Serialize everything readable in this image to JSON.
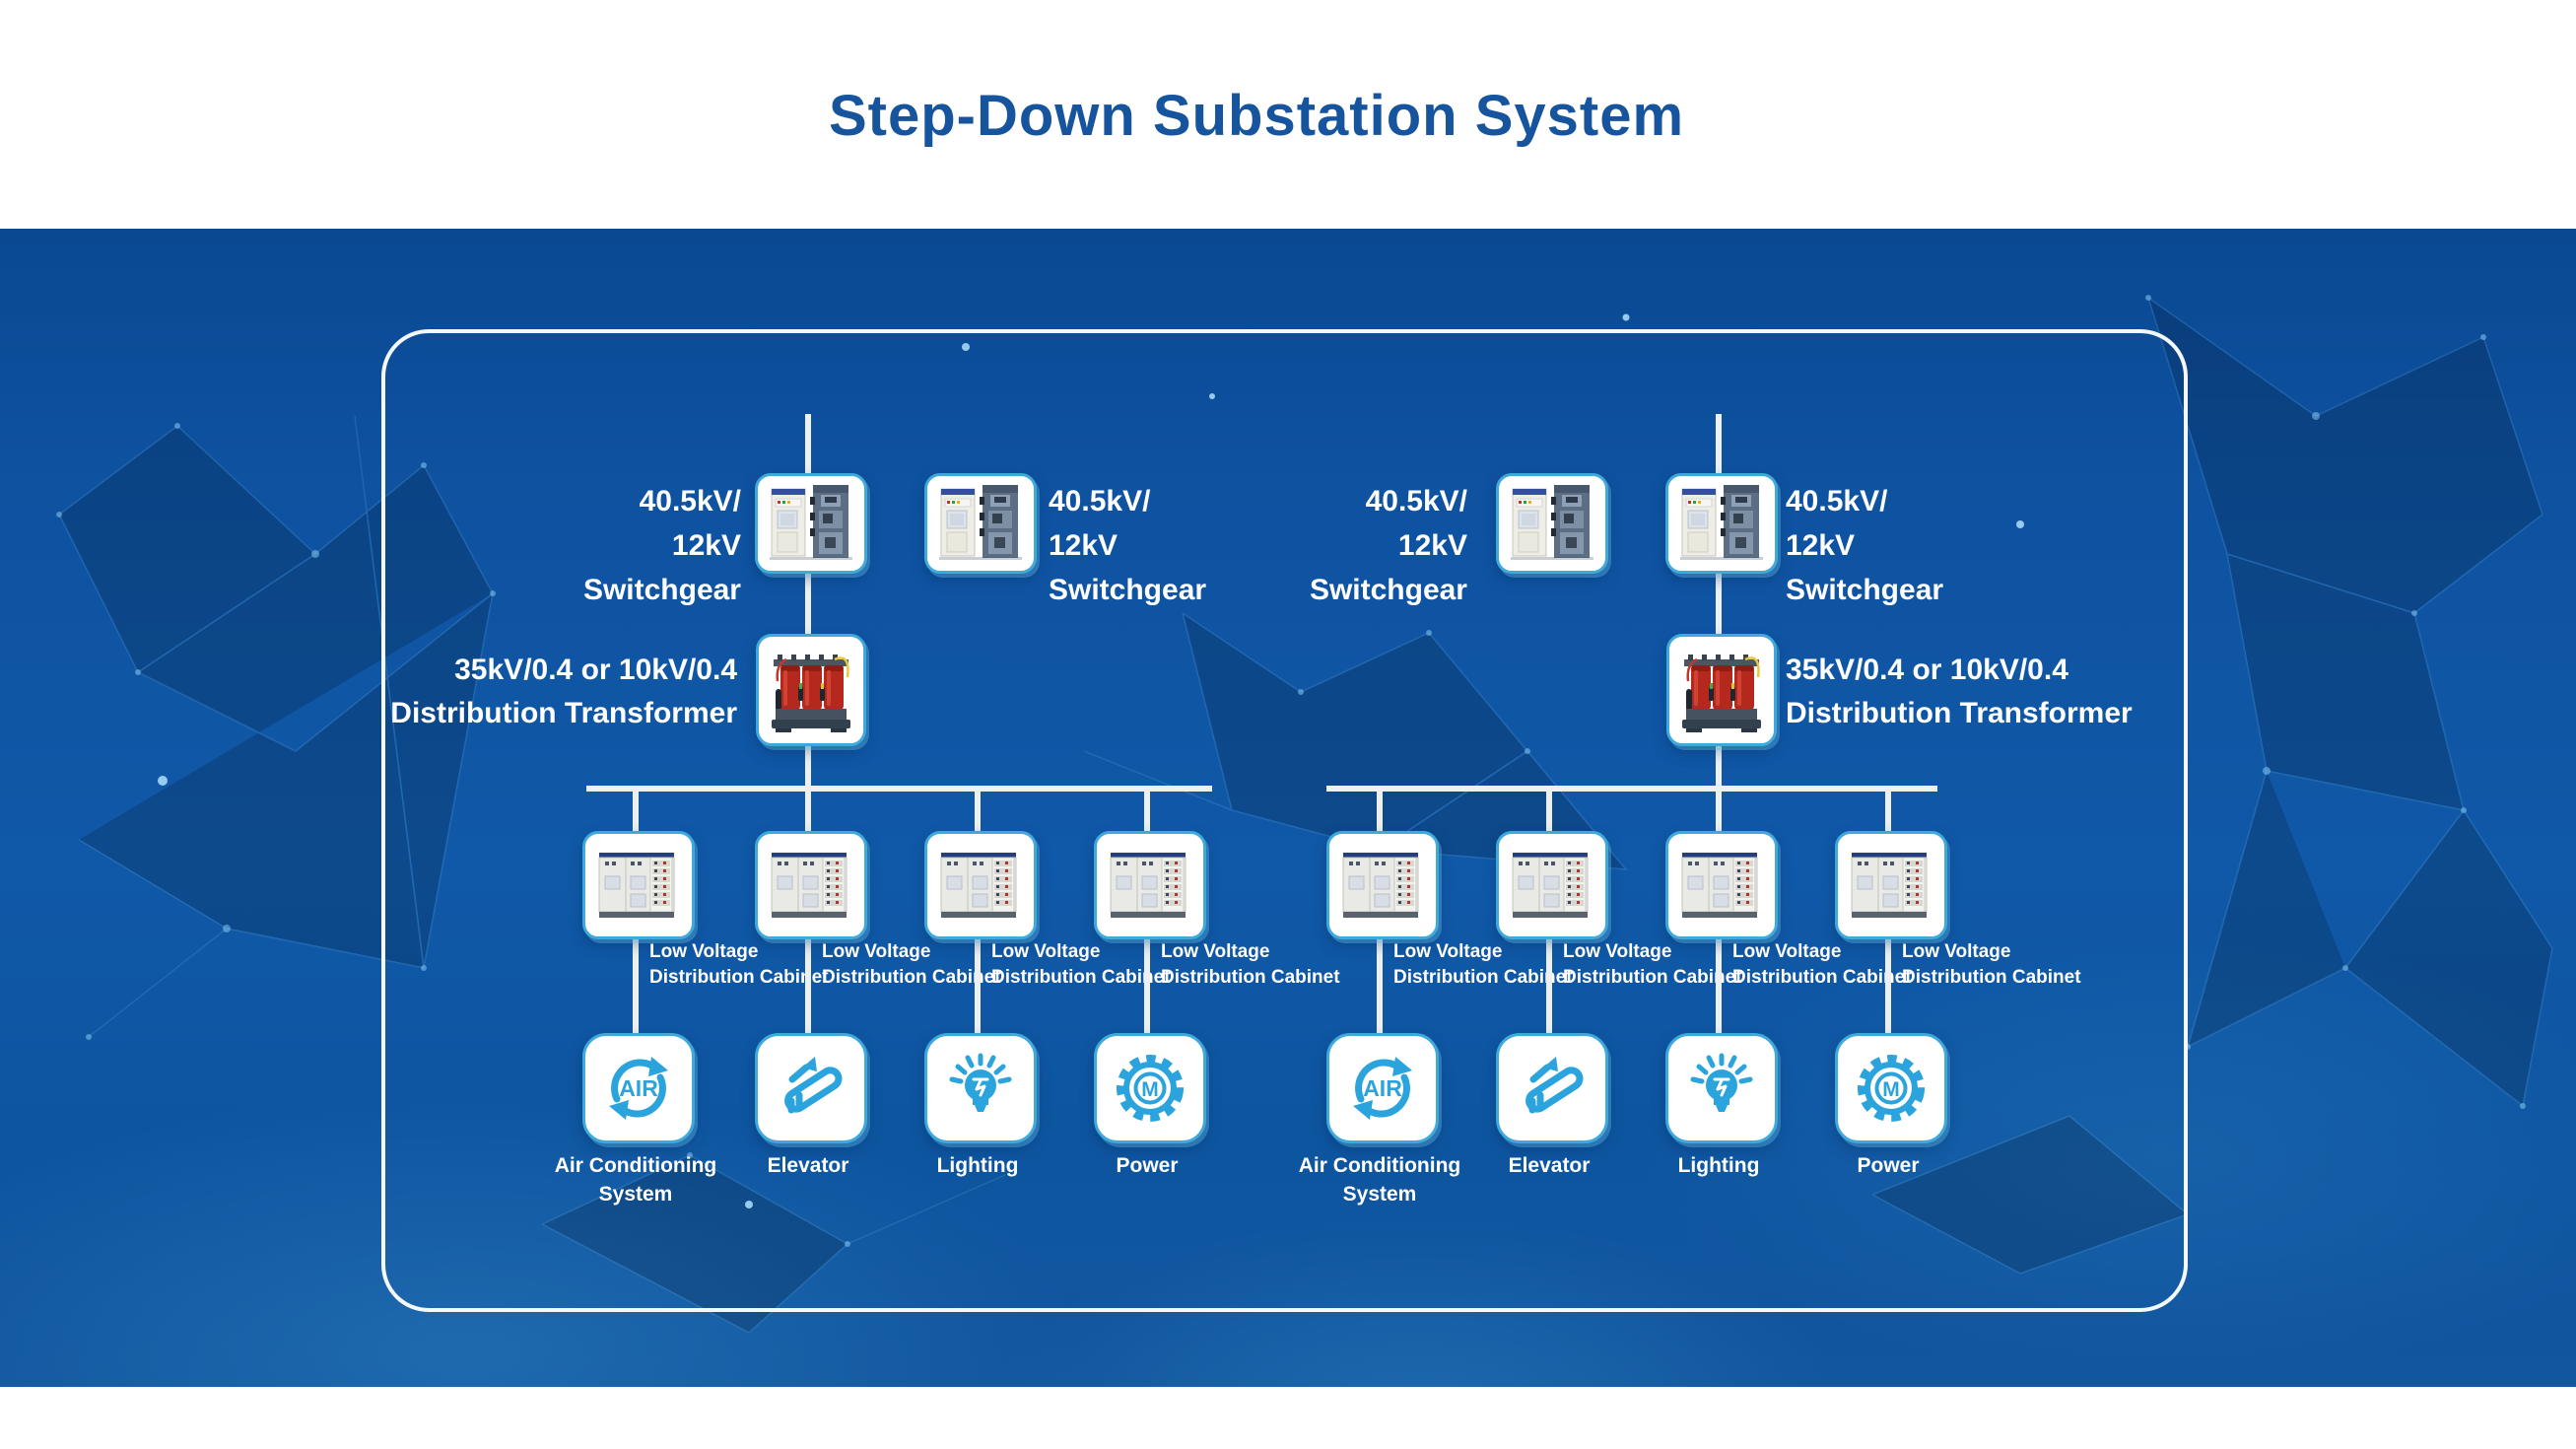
{
  "title": "Step-Down Substation System",
  "equipment": {
    "switchgear": {
      "l1": "40.5kV/",
      "l2": "12kV",
      "l3": "Switchgear"
    },
    "transformer": {
      "l1": "35kV/0.4 or 10kV/0.4",
      "l2": "Distribution Transformer"
    },
    "cabinet": {
      "l1": "Low Voltage",
      "l2": "Distribution Cabinet"
    }
  },
  "loads": {
    "air": {
      "l1": "Air Conditioning",
      "l2": "System",
      "icon_text": "AIR"
    },
    "elevator": {
      "l1": "Elevator"
    },
    "lighting": {
      "l1": "Lighting"
    },
    "power": {
      "l1": "Power",
      "icon_text": "M"
    }
  },
  "colors": {
    "title_blue": "#17549e",
    "panel_blue": "#0f57a5",
    "accent_cyan": "#3fa9dc",
    "icon_blue": "#2ba3dc",
    "line_white": "#eef0f0"
  }
}
